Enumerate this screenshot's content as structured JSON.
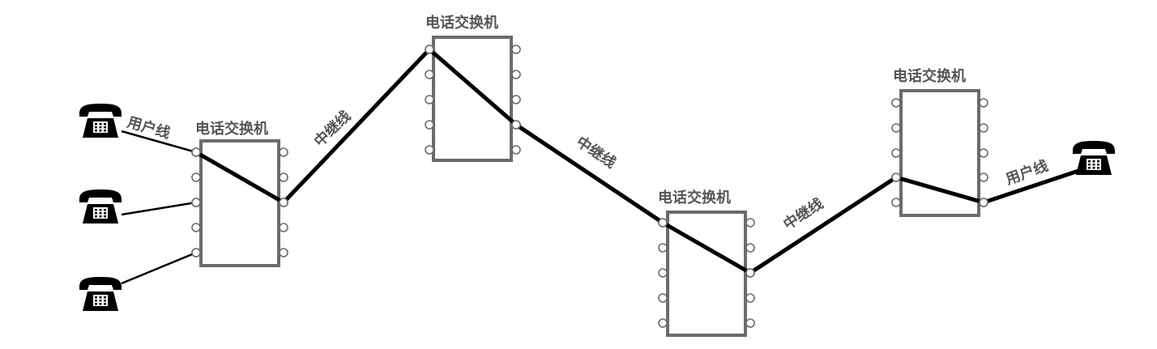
{
  "diagram": {
    "switch_label": "电话交换机",
    "trunk_label": "中继线",
    "subscriber_label": "用户线",
    "switches": [
      {
        "name": "电话交换机"
      },
      {
        "name": "电话交换机"
      },
      {
        "name": "电话交换机"
      },
      {
        "name": "电话交换机"
      }
    ],
    "line_labels": [
      "用户线",
      "中继线",
      "中继线",
      "中继线",
      "用户线"
    ],
    "phones": [
      {
        "icon": "telephone-icon"
      },
      {
        "icon": "telephone-icon"
      },
      {
        "icon": "telephone-icon"
      },
      {
        "icon": "telephone-icon"
      }
    ],
    "colors": {
      "box_stroke": "#6b6b6b",
      "line": "#000000",
      "label": "#555555"
    }
  }
}
